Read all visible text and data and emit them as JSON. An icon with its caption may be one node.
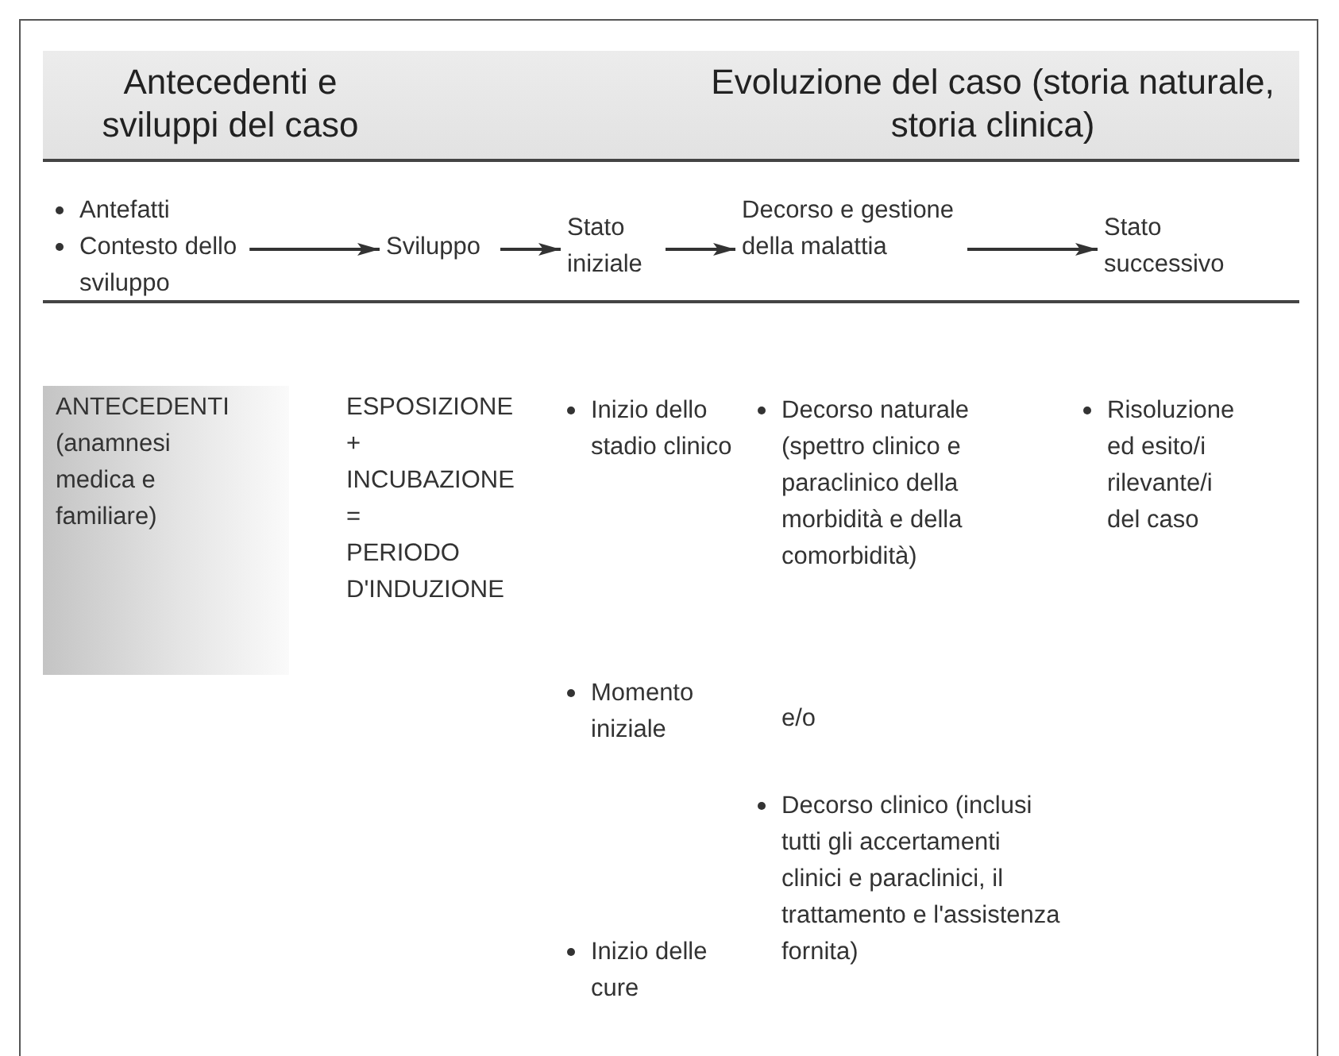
{
  "diagram": {
    "nodes": [
      {
        "text": [
          "Antefatti",
          "Contesto dello sviluppo"
        ]
      },
      {
        "text": [
          "Sviluppo"
        ]
      },
      {
        "text": [
          "Stato iniziale"
        ]
      },
      {
        "text": [
          "Decorso e gestione della malattia"
        ]
      },
      {
        "text": [
          "Stato successivo"
        ]
      },
      {
        "text": [
          "ANTECEDENTI (anamnesi medica e familiare)"
        ]
      }
    ],
    "edges": [
      {
        "from": 0,
        "to": 1,
        "arrow": "to"
      },
      {
        "from": 1,
        "to": 2,
        "arrow": "to"
      },
      {
        "from": 2,
        "to": 3,
        "arrow": "to"
      },
      {
        "from": 3,
        "to": 4,
        "arrow": "to"
      }
    ],
    "labels": [
      "Antecedenti e sviluppi del caso",
      "Evoluzione del caso (storia naturale, storia clinica)",
      "ESPOSIZIONE",
      "+",
      "INCUBAZIONE",
      "=",
      "PERIODO D'INDUZIONE",
      "Inizio dello stadio clinico",
      "Decorso naturale (spettro clinico e paraclinico della morbidità e della comorbidità)",
      "Risoluzione ed esito/i rilevante/i del caso",
      "Momento iniziale",
      "e/o",
      "Decorso clinico (inclusi tutti gli accertamenti clinici e paraclinici, il trattamento e l'assistenza fornita)",
      "Inizio delle cure"
    ]
  }
}
